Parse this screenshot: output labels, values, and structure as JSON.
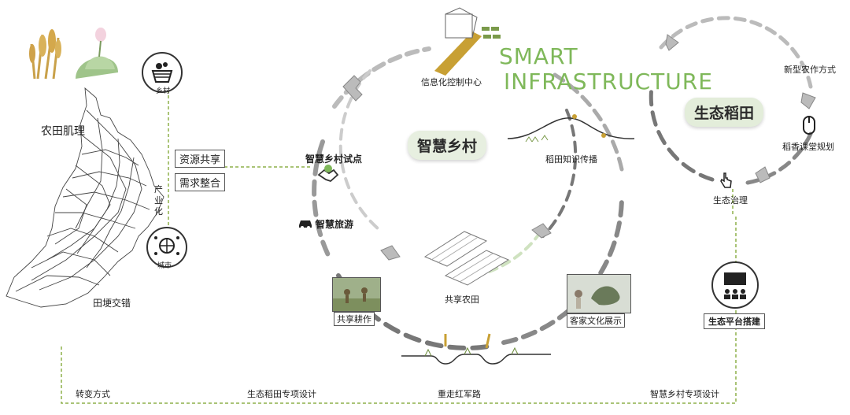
{
  "title": {
    "line1": "SMART",
    "line2": "INFRASTRUCTURE"
  },
  "left": {
    "farmland_texture": "农田肌理",
    "field_interlace": "田埂交错",
    "village_icon_label": "乡村",
    "city_icon_label": "城市",
    "industrialize": "产业化",
    "resource_sharing": "资源共享",
    "demand_integration": "需求整合"
  },
  "center": {
    "smart_village": "智慧乡村",
    "pilot_point": "智慧乡村试点",
    "smart_tourism": "智慧旅游",
    "info_center": "信息化控制中心",
    "rice_knowledge": "稻田知识传播",
    "shared_farmland": "共享农田",
    "shared_farming": "共享耕作",
    "hakka_culture": "客家文化展示"
  },
  "right": {
    "eco_paddy": "生态稻田",
    "new_farming": "新型农作方式",
    "rice_classroom": "稻香课堂规划",
    "eco_governance": "生态治理",
    "eco_platform": "生态平台搭建"
  },
  "bottom": {
    "items": [
      "转变方式",
      "生态稻田专项设计",
      "重走红军路",
      "智慧乡村专项设计"
    ]
  },
  "colors": {
    "accent_green": "#7fb85a",
    "pill_bg": "#e7efe0",
    "dashed_line": "#8db04a"
  }
}
